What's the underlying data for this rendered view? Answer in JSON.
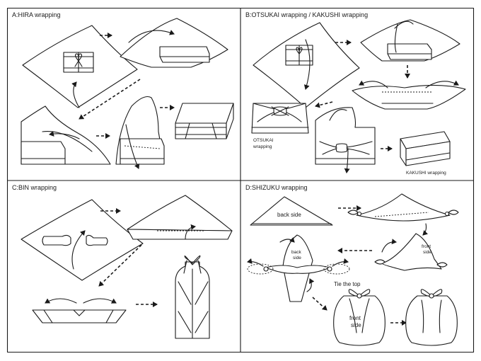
{
  "panels": {
    "a": {
      "title": "A:HIRA  wrapping"
    },
    "b": {
      "title": "B:OTSUKAI  wrapping / KAKUSHI  wrapping",
      "otsukai_label_1": "OTSUKAI",
      "otsukai_label_2": "wrapping",
      "kakushi_label": "KAKUSHI  wrapping"
    },
    "c": {
      "title": "C:BIN  wrapping"
    },
    "d": {
      "title": "D:SHIZUKU  wrapping",
      "back_side": "back side",
      "front_side_1": "front",
      "front_side_2": "side",
      "back_1": "back",
      "back_2": "side",
      "tie_the_top": "Tie the top",
      "bag_front_1": "front",
      "bag_front_2": "side"
    }
  },
  "colors": {
    "line": "#1a1a1a",
    "background": "#ffffff"
  }
}
